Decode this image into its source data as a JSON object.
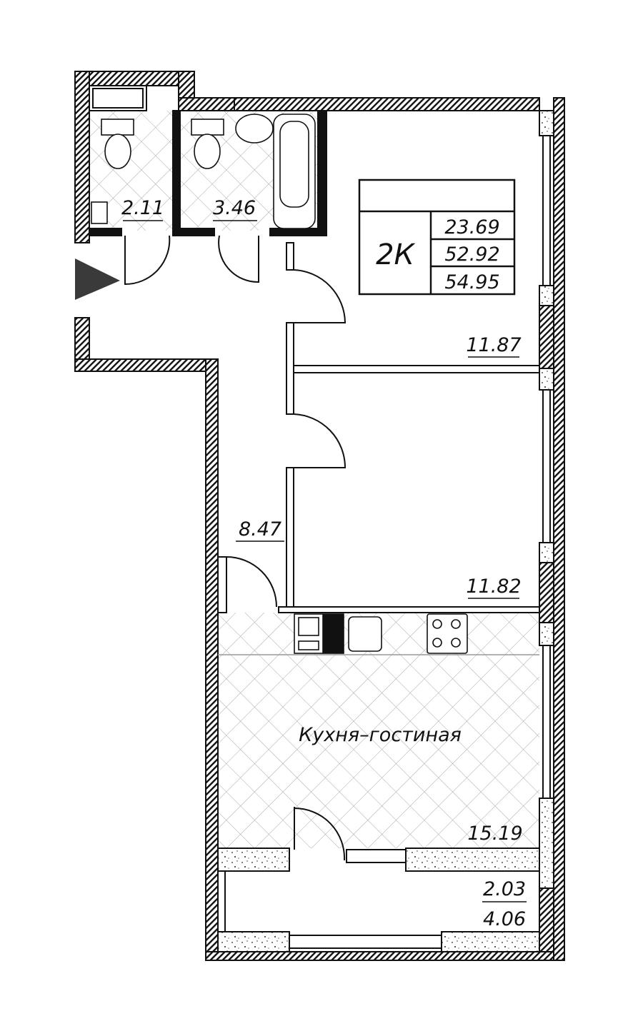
{
  "plan": {
    "summary": {
      "rooms_label": "2К",
      "living_area": "23.69",
      "total_area": "52.92",
      "total_area_with_balcony": "54.95"
    },
    "rooms": {
      "wc": "2.11",
      "bathroom": "3.46",
      "bedroom_1": "11.87",
      "hallway": "8.47",
      "bedroom_2": "11.82",
      "kitchen_living_name": "Кухня–гостиная",
      "kitchen_living": "15.19",
      "balcony_reduced": "2.03",
      "balcony_full": "4.06"
    },
    "colors": {
      "wall": "#111111",
      "hatch": "#9a9a9a",
      "entrance_marker": "#3a3a3a"
    }
  }
}
